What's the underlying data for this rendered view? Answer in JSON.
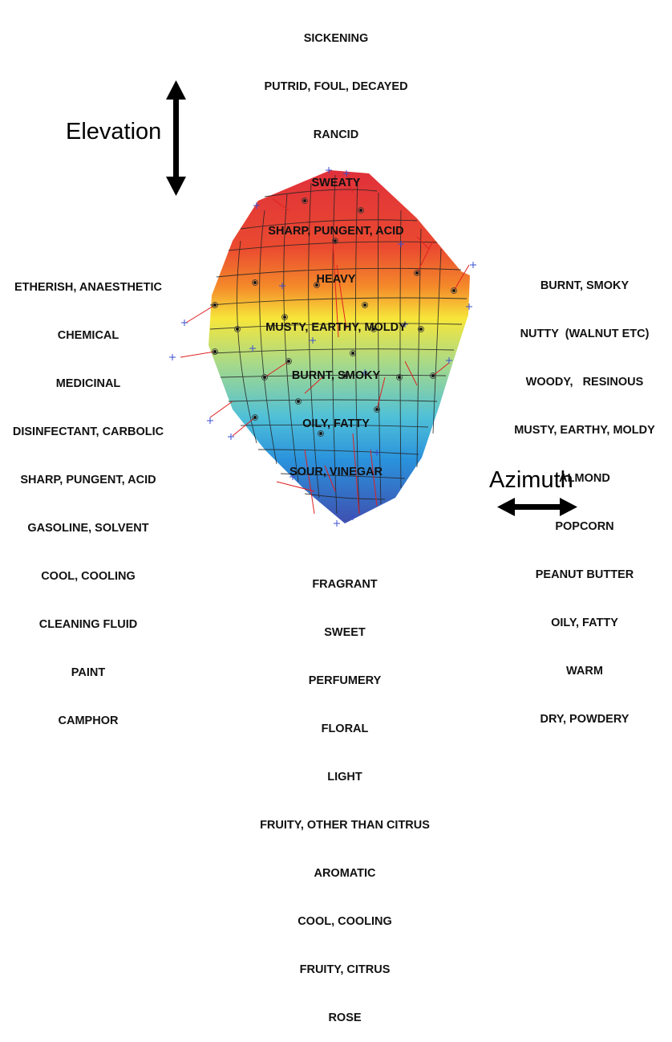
{
  "axes": {
    "elevation": "Elevation",
    "azimuth": "Azimuth"
  },
  "top_descriptors": [
    "SICKENING",
    "PUTRID, FOUL, DECAYED",
    "RANCID",
    "SWEATY",
    "SHARP, PUNGENT, ACID",
    "HEAVY",
    "MUSTY, EARTHY, MOLDY",
    "BURNT, SMOKY",
    "OILY, FATTY",
    "SOUR, VINEGAR"
  ],
  "left_descriptors": [
    "ETHERISH, ANAESTHETIC",
    "CHEMICAL",
    "MEDICINAL",
    "DISINFECTANT, CARBOLIC",
    "SHARP, PUNGENT, ACID",
    "GASOLINE, SOLVENT",
    "COOL, COOLING",
    "CLEANING FLUID",
    "PAINT",
    "CAMPHOR"
  ],
  "right_descriptors": [
    "BURNT, SMOKY",
    "NUTTY  (WALNUT ETC)",
    "WOODY,   RESINOUS",
    "MUSTY, EARTHY, MOLDY",
    "ALMOND",
    "POPCORN",
    "PEANUT BUTTER",
    "OILY, FATTY",
    "WARM",
    "DRY, POWDERY"
  ],
  "bottom_descriptors": [
    "FRAGRANT",
    "SWEET",
    "PERFUMERY",
    "FLORAL",
    "LIGHT",
    "FRUITY, OTHER THAN CITRUS",
    "AROMATIC",
    "COOL, COOLING",
    "FRUITY, CITRUS",
    "ROSE"
  ],
  "colors": {
    "gradient": [
      "#e0303a",
      "#f07c2a",
      "#f7e63a",
      "#8fd08a",
      "#2aa8e0",
      "#3f55b8"
    ],
    "arrow": "#000000",
    "grid": "#222222",
    "marker_blue": "#3a4fd0",
    "marker_red": "#e02020"
  }
}
